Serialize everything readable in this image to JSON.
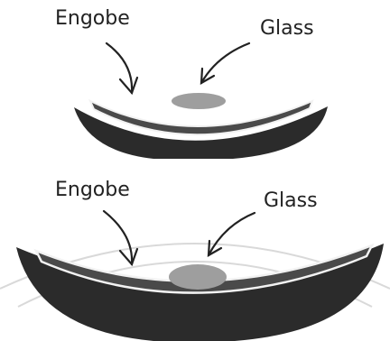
{
  "diagrams": [
    {
      "engobe_label": "Engobe",
      "glass_label": "Glass"
    },
    {
      "engobe_label": "Engobe",
      "glass_label": "Glass"
    }
  ],
  "colors": {
    "body": "#2b2b2b",
    "engobe_layer": "#4a4a4a",
    "engobe_outline": "#f2f2f2",
    "glass": "#9e9e9e",
    "arrow": "#222222",
    "watermark": "#d9d9d9"
  }
}
